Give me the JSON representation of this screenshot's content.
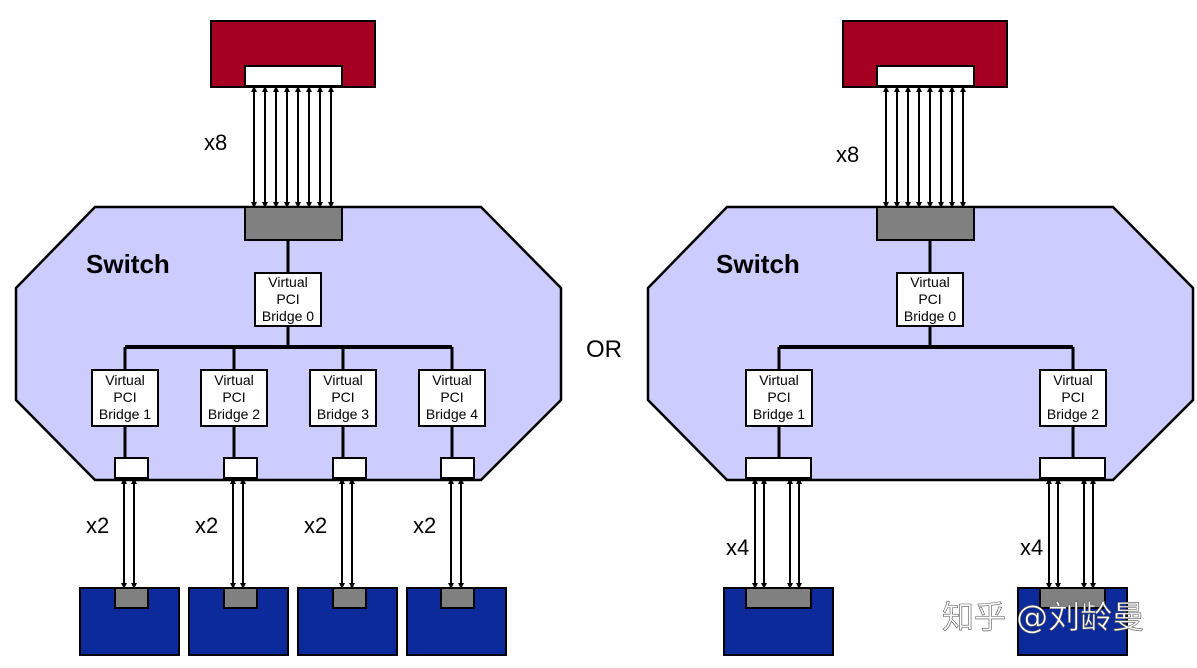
{
  "colors": {
    "switch_fill": "#ccccff",
    "root_fill": "#a50021",
    "endpoint_fill": "#0c2a99",
    "port_gray": "#808080",
    "port_white": "#ffffff"
  },
  "left_diagram": {
    "switch_label": "Switch",
    "upstream_lanes": "x8",
    "upstream_bridge": [
      "Virtual",
      "PCI",
      "Bridge 0"
    ],
    "downstream": [
      {
        "bridge": [
          "Virtual",
          "PCI",
          "Bridge 1"
        ],
        "lanes": "x2"
      },
      {
        "bridge": [
          "Virtual",
          "PCI",
          "Bridge 2"
        ],
        "lanes": "x2"
      },
      {
        "bridge": [
          "Virtual",
          "PCI",
          "Bridge 3"
        ],
        "lanes": "x2"
      },
      {
        "bridge": [
          "Virtual",
          "PCI",
          "Bridge 4"
        ],
        "lanes": "x2"
      }
    ]
  },
  "separator": "OR",
  "right_diagram": {
    "switch_label": "Switch",
    "upstream_lanes": "x8",
    "upstream_bridge": [
      "Virtual",
      "PCI",
      "Bridge 0"
    ],
    "downstream": [
      {
        "bridge": [
          "Virtual",
          "PCI",
          "Bridge 1"
        ],
        "lanes": "x4"
      },
      {
        "bridge": [
          "Virtual",
          "PCI",
          "Bridge 2"
        ],
        "lanes": "x4"
      }
    ]
  },
  "watermark": "知乎 @刘龄曼"
}
